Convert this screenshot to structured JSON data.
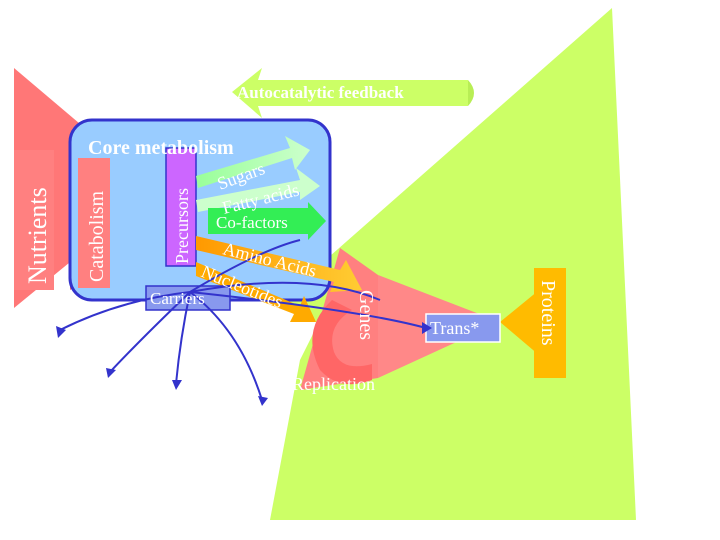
{
  "diagram": {
    "autocatalytic_label": "Autocatalytic feedback",
    "core_metabolism_label": "Core metabolism",
    "nutrients_label": "Nutrients",
    "catabolism_label": "Catabolism",
    "precursors_label": "Precursors",
    "sugars_label": "Sugars",
    "fatty_acids_label": "Fatty acids",
    "cofactors_label": "Co-factors",
    "amino_acids_label": "Amino Acids",
    "nucleotides_label": "Nucleotides",
    "carriers_label": "Carriers",
    "genes_label": "Genes",
    "trans_label": "Trans*",
    "proteins_label": "Proteins",
    "replication_label": "Replication"
  },
  "colors": {
    "lime": "#ccff66",
    "lime_dark": "#99cc33",
    "salmon": "#ff8080",
    "core_box": "#99ccff",
    "core_border": "#3333cc",
    "orange": "#ffbb00",
    "green_arrow": "#33cc33",
    "blue_line": "#3333cc"
  }
}
